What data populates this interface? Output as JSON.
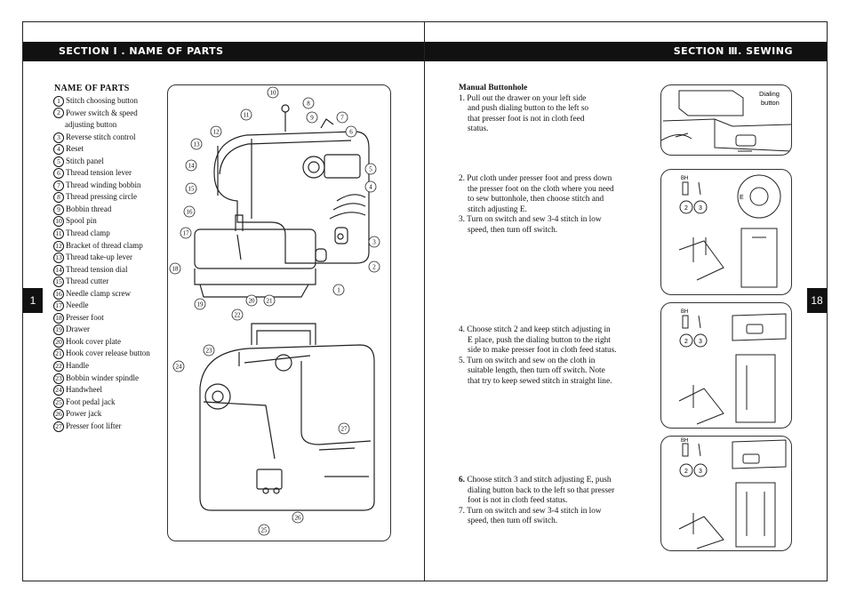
{
  "header": {
    "left": "SECTION  Ⅰ . NAME OF PARTS",
    "right": "SECTION Ⅲ. SEWING"
  },
  "page_numbers": {
    "left": "1",
    "right": "18"
  },
  "name_of_parts": {
    "title": "NAME OF PARTS",
    "items": [
      {
        "n": "1",
        "label": "Stitch choosing button"
      },
      {
        "n": "2",
        "label": "Power switch & speed"
      },
      {
        "n": "",
        "label": "adjusting button"
      },
      {
        "n": "3",
        "label": "Reverse stitch control"
      },
      {
        "n": "4",
        "label": "Reset"
      },
      {
        "n": "5",
        "label": "Stitch panel"
      },
      {
        "n": "6",
        "label": "Thread tension lever"
      },
      {
        "n": "7",
        "label": "Thread winding bobbin"
      },
      {
        "n": "8",
        "label": "Thread pressing circle"
      },
      {
        "n": "9",
        "label": "Bobbin thread"
      },
      {
        "n": "10",
        "label": "Spool pin"
      },
      {
        "n": "11",
        "label": "Thread clamp"
      },
      {
        "n": "12",
        "label": "Bracket of thread clamp"
      },
      {
        "n": "13",
        "label": "Thread take-up lever"
      },
      {
        "n": "14",
        "label": "Thread tension dial"
      },
      {
        "n": "15",
        "label": "Thread cutter"
      },
      {
        "n": "16",
        "label": "Needle clamp screw"
      },
      {
        "n": "17",
        "label": "Needle"
      },
      {
        "n": "18",
        "label": "Presser foot"
      },
      {
        "n": "19",
        "label": "Drawer"
      },
      {
        "n": "20",
        "label": "Hook cover plate"
      },
      {
        "n": "21",
        "label": "Hook cover release button"
      },
      {
        "n": "22",
        "label": "Handle"
      },
      {
        "n": "23",
        "label": "Bobbin winder spindle"
      },
      {
        "n": "24",
        "label": "Handwheel"
      },
      {
        "n": "25",
        "label": "Foot pedal jack"
      },
      {
        "n": "26",
        "label": "Power jack"
      },
      {
        "n": "27",
        "label": "Presser foot lifter"
      }
    ]
  },
  "diagram_callouts": [
    "1",
    "2",
    "3",
    "4",
    "5",
    "6",
    "7",
    "8",
    "9",
    "10",
    "11",
    "12",
    "13",
    "14",
    "15",
    "16",
    "17",
    "18",
    "19",
    "20",
    "21",
    "22",
    "23",
    "24",
    "25",
    "26",
    "27"
  ],
  "buttonhole": {
    "title": "Manual Buttonhole",
    "step1": [
      "1. Pull out the drawer on your left side",
      "and push dialing button to the left so",
      "that presser foot is not in cloth feed",
      "status."
    ],
    "step2": [
      "2. Put cloth under presser foot and press down",
      "the presser foot on the cloth where you need",
      "to sew buttonhole, then choose stitch and",
      "stitch adjusting E."
    ],
    "step3": [
      "3. Turn on switch and sew 3-4 stitch in low",
      "speed, then turn off switch."
    ],
    "step4": [
      "4. Choose stitch 2 and keep stitch adjusting in",
      "E place, push the dialing button to the right",
      "side to make presser foot in cloth feed status."
    ],
    "step5": [
      "5. Turn on switch and sew on the cloth in",
      "suitable length, then turn off switch. Note",
      "that try to keep sewed stitch in straight line."
    ],
    "step6_num": "6.",
    "step6": [
      "Choose stitch 3 and stitch adjusting E, push",
      "dialing button back to the left so that presser",
      "foot is not in cloth feed status."
    ],
    "step7": [
      "7. Turn on switch and sew 3-4 stitch in low",
      "speed, then turn off switch."
    ],
    "fig1_label": [
      "Dialing",
      "button"
    ],
    "bh_label": "BH",
    "stitch_2": "2",
    "stitch_3": "3",
    "dial_e": "E"
  }
}
